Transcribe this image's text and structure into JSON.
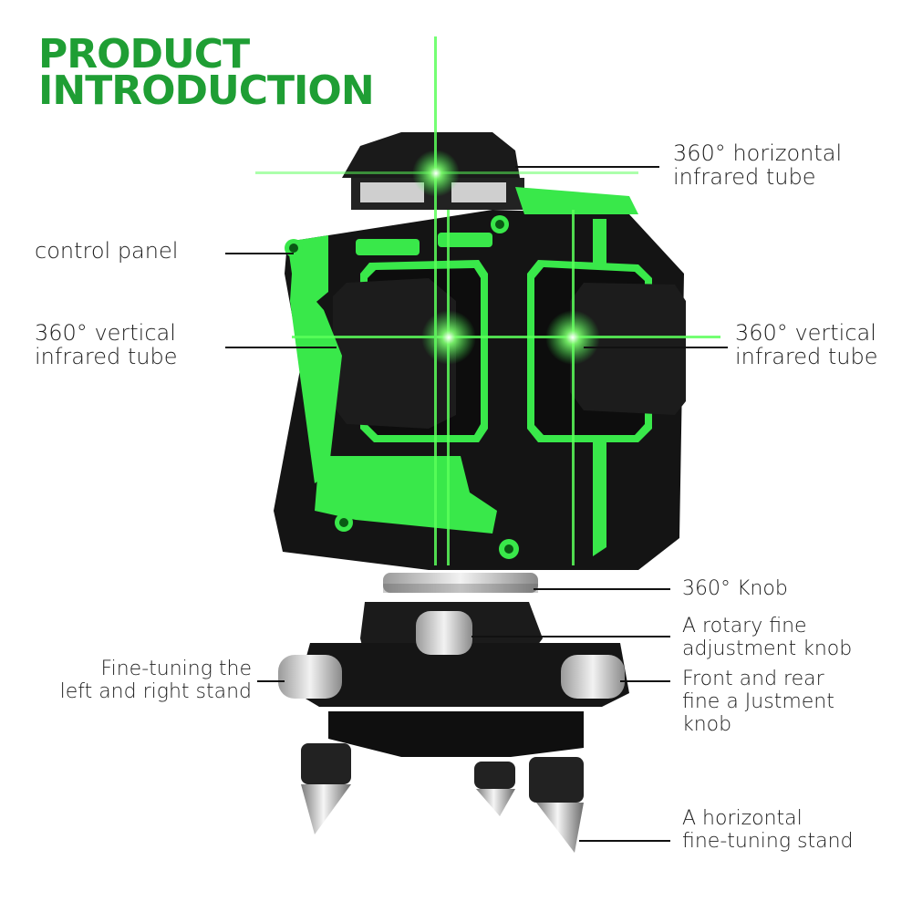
{
  "title": {
    "line1": "PRODUCT",
    "line2": "INTRODUCTION",
    "color": "#1f9e34"
  },
  "product": {
    "name": "3D green laser level on tripod base",
    "accent_color": "#39e84a",
    "body_color": "#141414"
  },
  "callouts": [
    {
      "id": "horizontal-tube",
      "line1": "360° horizontal",
      "line2": "infrared tube"
    },
    {
      "id": "control-panel",
      "line1": "control panel"
    },
    {
      "id": "vertical-tube-left",
      "line1": "360° vertical",
      "line2": "infrared tube"
    },
    {
      "id": "vertical-tube-right",
      "line1": "360° vertical",
      "line2": "infrared tube"
    },
    {
      "id": "knob-360",
      "line1": "360° Knob"
    },
    {
      "id": "rotary-fine-knob",
      "line1": "A rotary fine",
      "line2": "adjustment knob"
    },
    {
      "id": "front-rear-knob",
      "line1": "Front and rear",
      "line2": "fine a Justment",
      "line3": "knob"
    },
    {
      "id": "left-right-stand",
      "line1": "Fine-tuning the",
      "line2": "left and right stand"
    },
    {
      "id": "horizontal-stand",
      "line1": "A horizontal",
      "line2": "fine-tuning stand"
    }
  ]
}
